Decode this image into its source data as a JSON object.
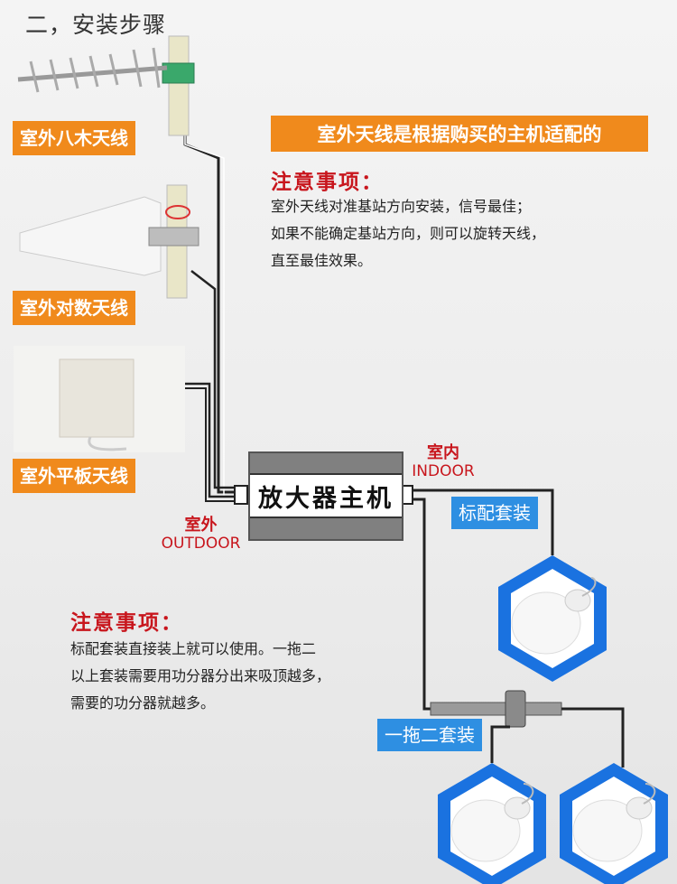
{
  "title": "二，安装步骤",
  "antennas": {
    "yagi_label": "室外八木天线",
    "lpda_label": "室外对数天线",
    "panel_label": "室外平板天线"
  },
  "banner": "室外天线是根据购买的主机适配的",
  "note_top": {
    "heading": "注意事项：",
    "lines": [
      "室外天线对准基站方向安装，信号最佳；",
      "如果不能确定基站方向，则可以旋转天线，",
      "直至最佳效果。"
    ]
  },
  "amplifier": {
    "label": "放大器主机",
    "outdoor_cn": "室外",
    "outdoor_en": "OUTDOOR",
    "indoor_cn": "室内",
    "indoor_en": "INDOOR"
  },
  "kits": {
    "standard_label": "标配套装",
    "split_label": "一拖二套装"
  },
  "note_bottom": {
    "heading": "注意事项：",
    "lines": [
      "标配套装直接装上就可以使用。一拖二",
      "以上套装需要用功分器分出来吸顶越多，",
      "需要的功分器就越多。"
    ]
  },
  "colors": {
    "orange": "#f08a1c",
    "blue": "#2e8fe2",
    "red": "#c8161d",
    "hex_blue": "#1a72e0"
  }
}
